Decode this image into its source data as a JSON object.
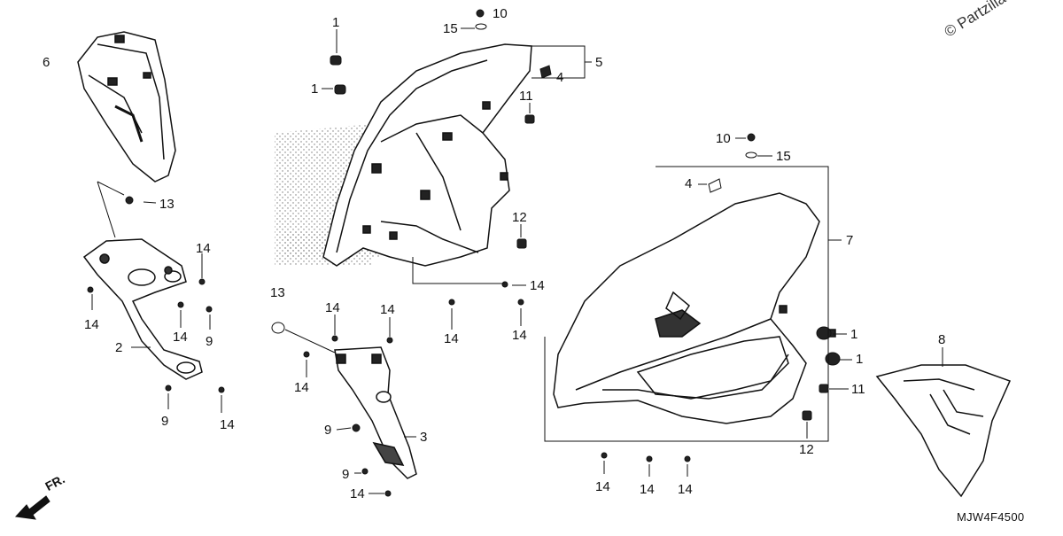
{
  "copyright": "© Partzilla",
  "diagram_code": "MJW4F4500",
  "direction_label": "FR.",
  "callouts": [
    {
      "id": "c1",
      "text": "1"
    },
    {
      "id": "c2",
      "text": "1"
    },
    {
      "id": "c3",
      "text": "10"
    },
    {
      "id": "c4",
      "text": "15"
    },
    {
      "id": "c5",
      "text": "5"
    },
    {
      "id": "c6",
      "text": "4"
    },
    {
      "id": "c7",
      "text": "11"
    },
    {
      "id": "c8",
      "text": "12"
    },
    {
      "id": "c9",
      "text": "14"
    },
    {
      "id": "c10",
      "text": "14"
    },
    {
      "id": "c11",
      "text": "14"
    },
    {
      "id": "c12",
      "text": "6"
    },
    {
      "id": "c13",
      "text": "13"
    },
    {
      "id": "c14",
      "text": "14"
    },
    {
      "id": "c15",
      "text": "14"
    },
    {
      "id": "c16",
      "text": "14"
    },
    {
      "id": "c17",
      "text": "9"
    },
    {
      "id": "c18",
      "text": "2"
    },
    {
      "id": "c19",
      "text": "9"
    },
    {
      "id": "c20",
      "text": "14"
    },
    {
      "id": "c21",
      "text": "13"
    },
    {
      "id": "c22",
      "text": "14"
    },
    {
      "id": "c23",
      "text": "14"
    },
    {
      "id": "c24",
      "text": "14"
    },
    {
      "id": "c25",
      "text": "9"
    },
    {
      "id": "c26",
      "text": "3"
    },
    {
      "id": "c27",
      "text": "9"
    },
    {
      "id": "c28",
      "text": "14"
    },
    {
      "id": "c29",
      "text": "10"
    },
    {
      "id": "c30",
      "text": "15"
    },
    {
      "id": "c31",
      "text": "4"
    },
    {
      "id": "c32",
      "text": "7"
    },
    {
      "id": "c33",
      "text": "1"
    },
    {
      "id": "c34",
      "text": "1"
    },
    {
      "id": "c35",
      "text": "11"
    },
    {
      "id": "c36",
      "text": "12"
    },
    {
      "id": "c37",
      "text": "14"
    },
    {
      "id": "c38",
      "text": "14"
    },
    {
      "id": "c39",
      "text": "14"
    },
    {
      "id": "c40",
      "text": "8"
    }
  ]
}
